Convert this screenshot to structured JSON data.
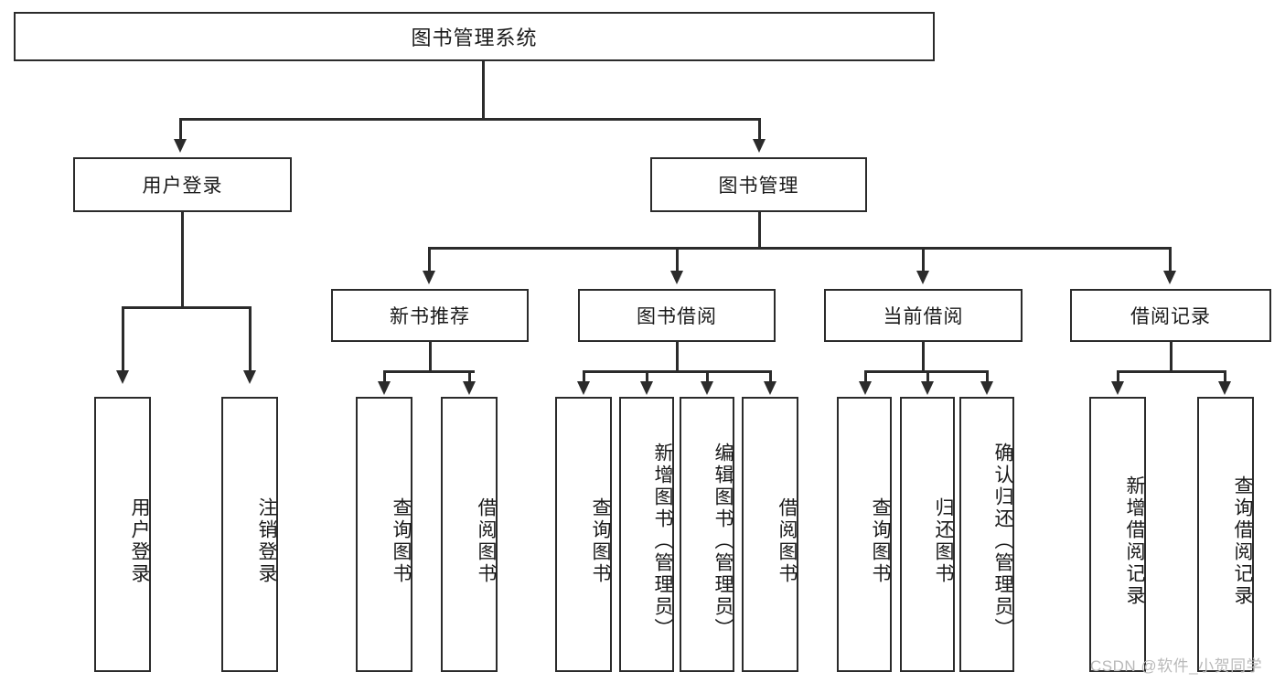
{
  "diagram": {
    "type": "tree-hierarchy",
    "title": "图书管理系统",
    "root": {
      "label": "图书管理系统"
    },
    "level2": [
      {
        "label": "用户登录"
      },
      {
        "label": "图书管理"
      }
    ],
    "level3": [
      {
        "label": "新书推荐"
      },
      {
        "label": "图书借阅"
      },
      {
        "label": "当前借阅"
      },
      {
        "label": "借阅记录"
      }
    ],
    "leaves": {
      "user_login": [
        {
          "label": "用户登录"
        },
        {
          "label": "注销登录"
        }
      ],
      "new_book_recommend": [
        {
          "label": "查询图书"
        },
        {
          "label": "借阅图书"
        }
      ],
      "book_borrow": [
        {
          "label": "查询图书"
        },
        {
          "label": "新增图书（管理员）"
        },
        {
          "label": "编辑图书（管理员）"
        },
        {
          "label": "借阅图书"
        }
      ],
      "current_borrow": [
        {
          "label": "查询图书"
        },
        {
          "label": "归还图书"
        },
        {
          "label": "确认归还（管理员）"
        }
      ],
      "borrow_record": [
        {
          "label": "新增借阅记录"
        },
        {
          "label": "查询借阅记录"
        }
      ]
    }
  },
  "watermark": {
    "text": "CSDN @软件_小贺同学"
  },
  "colors": {
    "stroke": "#2b2b2b",
    "fill": "#ffffff",
    "text": "#1a1a1a",
    "watermark": "#b9b9b9"
  }
}
